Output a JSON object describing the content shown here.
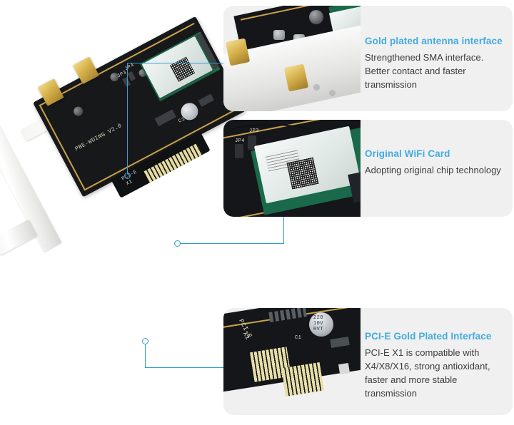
{
  "page": {
    "background_color": "#ffffff",
    "accent_color": "#43abe0",
    "line_color": "#2f9fd4",
    "panel_background": "#f0f0f0",
    "body_text_color": "#3d3d3d"
  },
  "features": [
    {
      "id": "gold-plated-antenna-interface",
      "title": "Gold plated antenna interface",
      "body": "Strengthened SMA interface. Better contact and faster transmission",
      "photo_caption": "close-up of two gold plated SMA antenna connectors on the metal PCI bracket"
    },
    {
      "id": "original-wifi-card",
      "title": "Original WiFi Card",
      "body": "Adopting original chip technology",
      "photo_caption": "close-up of the M.2 WiFi module with QR code label seated on the black PCB"
    },
    {
      "id": "pci-e-gold-plated-interface",
      "title": "PCI-E Gold Plated Interface",
      "body": "PCI-E X1 is compatible with X4/X8/X16, strong antioxidant, faster and more stable transmission",
      "photo_caption": "close-up of the PCI-E X1 gold plated edge connector fingers and capacitor"
    }
  ],
  "product": {
    "silkscreen_board": "PBE-WDING V2.0",
    "silkscreen_slot": "PCI-E",
    "silkscreen_slot_sub": "X1",
    "capacitor_label_line1": "220",
    "capacitor_label_line2": "10V",
    "capacitor_label_line3": "RVT",
    "jumper_label_1": "JP3",
    "jumper_label_2": "JP4",
    "component_label_c1": "C1"
  },
  "icons": {
    "callout_dot": "callout-dot-icon"
  }
}
